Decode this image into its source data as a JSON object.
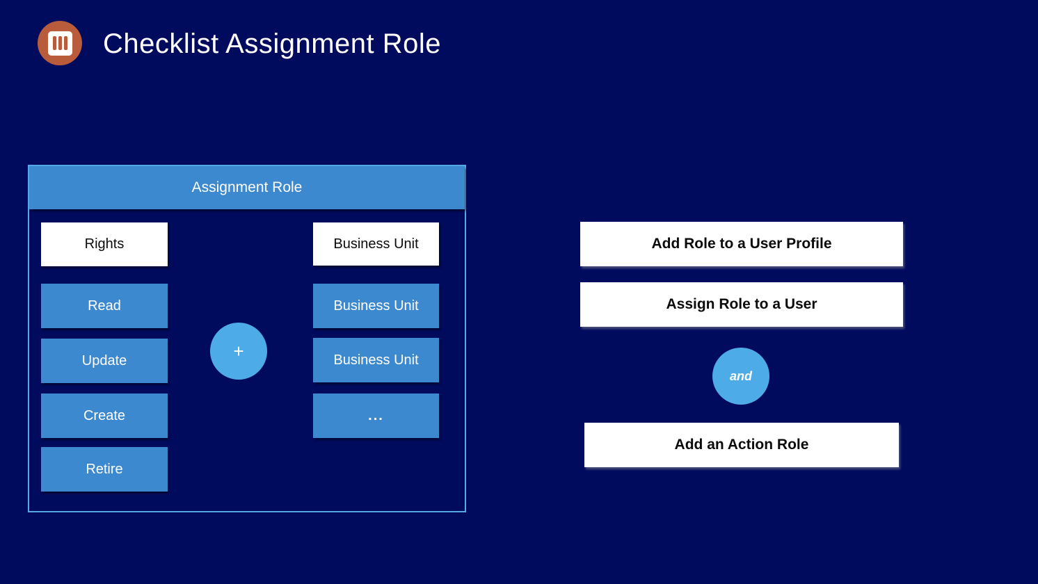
{
  "colors": {
    "background": "#010b5e",
    "medium_blue": "#3d89d0",
    "light_blue": "#4dace8",
    "panel_border": "#54a9e6",
    "icon_orange": "#b85c3c",
    "box_white": "#ffffff",
    "text_dark": "#0b0b0b",
    "text_light": "#ffffff"
  },
  "header": {
    "title": "Checklist Assignment Role",
    "icon": "checklist-icon"
  },
  "assignment_role_panel": {
    "title": "Assignment Role",
    "rights_column": {
      "header": "Rights",
      "items": [
        "Read",
        "Update",
        "Create",
        "Retire"
      ]
    },
    "plus_label": "+",
    "business_unit_column": {
      "header": "Business Unit",
      "items": [
        "Business Unit",
        "Business Unit",
        "..."
      ]
    }
  },
  "actions": {
    "add_role_to_user_profile": "Add Role to a User Profile",
    "assign_role_to_user": "Assign Role to a User",
    "connector_label": "and",
    "add_an_action_role": "Add an Action Role"
  }
}
